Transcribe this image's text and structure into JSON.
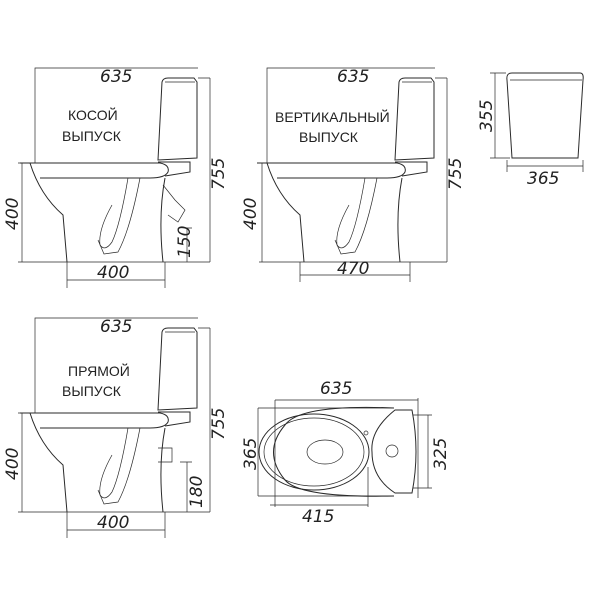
{
  "views": {
    "oblique": {
      "label_line1": "КОСОЙ",
      "label_line2": "ВЫПУСК",
      "length": "635",
      "seat_height": "400",
      "total_height": "755",
      "outlet_height": "150",
      "base_width": "400"
    },
    "vertical": {
      "label_line1": "ВЕРТИКАЛЬНЫЙ",
      "label_line2": "ВЫПУСК",
      "length": "635",
      "seat_height": "400",
      "total_height": "755",
      "base_width": "470"
    },
    "tank": {
      "height": "355",
      "width": "365"
    },
    "straight": {
      "label_line1": "ПРЯМОЙ",
      "label_line2": "ВЫПУСК",
      "length": "635",
      "seat_height": "400",
      "total_height": "755",
      "outlet_height": "180",
      "base_width": "400"
    },
    "top": {
      "length": "635",
      "width": "365",
      "tank_width": "325",
      "mount_distance": "415"
    }
  }
}
